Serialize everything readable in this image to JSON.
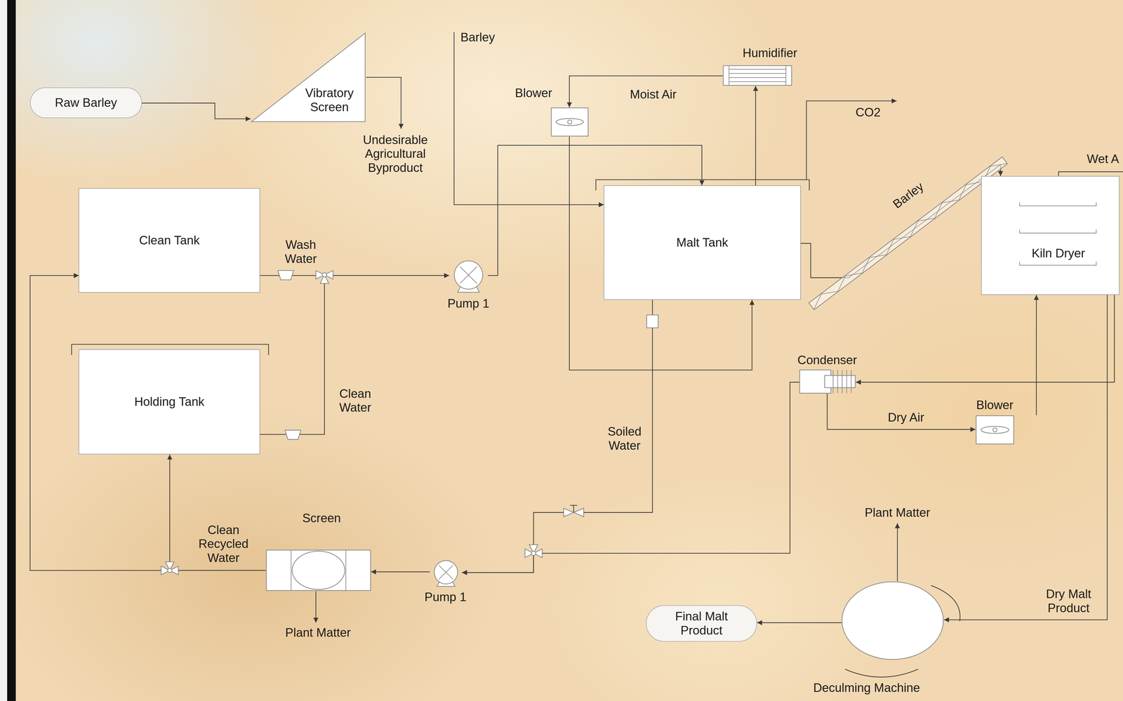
{
  "diagram": {
    "nodes": [
      {
        "text": [
          "Raw Barley"
        ]
      },
      {
        "text": [
          "Vibratory Screen"
        ]
      },
      {
        "text": [
          "Humidifier"
        ]
      },
      {
        "text": [
          "Blower"
        ]
      },
      {
        "text": [
          "Clean Tank"
        ]
      },
      {
        "text": [
          "Pump 1"
        ]
      },
      {
        "text": [
          "Malt Tank"
        ]
      },
      {
        "text": [
          "Kiln Dryer"
        ]
      },
      {
        "text": [
          "Holding Tank"
        ]
      },
      {
        "text": [
          "Condenser"
        ]
      },
      {
        "text": [
          "Blower"
        ]
      },
      {
        "text": [
          "Screen"
        ]
      },
      {
        "text": [
          "Pump 1"
        ]
      },
      {
        "text": [
          "Final Malt Product"
        ]
      },
      {
        "text": [
          "Deculming Machine"
        ]
      }
    ],
    "edges": [
      {
        "from": 0,
        "to": 1,
        "arrow": "to"
      },
      {
        "from": 4,
        "to": 5,
        "label": "Wash Water",
        "arrow": "to"
      },
      {
        "from": 8,
        "to": 5,
        "label": "Clean Water",
        "arrow": "to"
      },
      {
        "from": 5,
        "to": 6,
        "arrow": "to"
      },
      {
        "from": 2,
        "to": 3,
        "label": "Moist Air",
        "arrow": "to"
      },
      {
        "from": 6,
        "to": 2,
        "arrow": "to"
      },
      {
        "from": 3,
        "to": 6,
        "arrow": "to"
      },
      {
        "from": 6,
        "to": 7,
        "label": "Barley",
        "arrow": "to"
      },
      {
        "from": 6,
        "to": 12,
        "label": "Soiled Water",
        "arrow": "to"
      },
      {
        "from": 9,
        "to": 10,
        "label": "Dry Air",
        "arrow": "to"
      },
      {
        "from": 10,
        "to": 7,
        "arrow": "to"
      },
      {
        "from": 7,
        "to": 9,
        "arrow": "to"
      },
      {
        "from": 9,
        "to": 12,
        "arrow": "to"
      },
      {
        "from": 12,
        "to": 11,
        "arrow": "to"
      },
      {
        "from": 11,
        "to": 8,
        "label": "Clean Recycled Water",
        "arrow": "to"
      },
      {
        "from": 11,
        "to": 4,
        "arrow": "to"
      },
      {
        "from": 7,
        "to": 14,
        "label": "Dry Malt Product",
        "arrow": "to"
      },
      {
        "from": 14,
        "to": 13,
        "arrow": "to"
      }
    ],
    "labels": [
      "Barley",
      "Undesirable Agricultural Byproduct",
      "CO2",
      "Wet A",
      "Plant Matter",
      "Plant Matter"
    ]
  }
}
